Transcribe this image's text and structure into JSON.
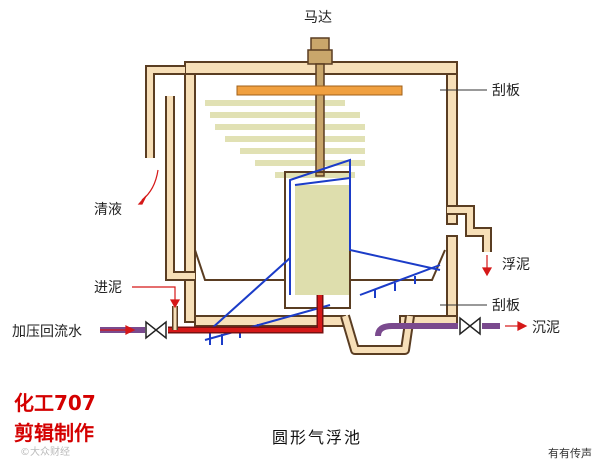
{
  "labels": {
    "motor": "马达",
    "scraper_top": "刮板",
    "clear_liquid": "清液",
    "float_sludge": "浮泥",
    "inlet_sludge": "进泥",
    "scraper_bottom": "刮板",
    "pressurized_return": "加压回流水",
    "settled_sludge": "沉泥"
  },
  "caption": "圆形气浮池",
  "branding": {
    "line1": "化工707",
    "line2": "剪辑制作"
  },
  "watermark": "©大众财经",
  "corner_text": "有有传声",
  "colors": {
    "tank_fill": "#f7dfb8",
    "tank_stroke": "#5a3d22",
    "blue_lines": "#1b3cc8",
    "red_pipe": "#d51818",
    "purple_pipe": "#7a4a8e",
    "bubbles": "#c3c36a",
    "scraper_bar": "#f0a040",
    "shaft": "#c9a66b"
  }
}
